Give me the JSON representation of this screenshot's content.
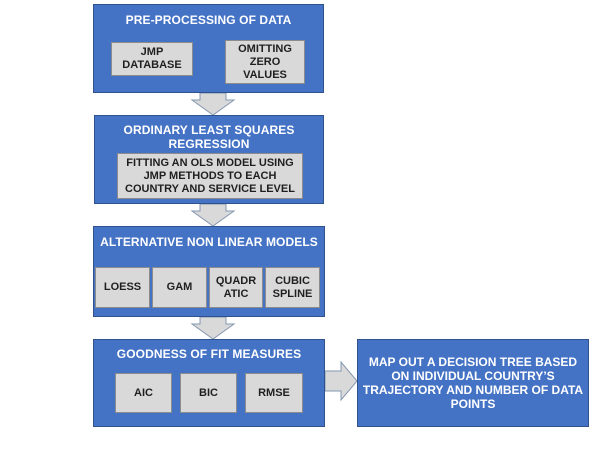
{
  "stage1": {
    "title": "PRE-PROCESSING OF DATA",
    "box_left": "JMP\nDATABASE",
    "box_right": "OMITTING\nZERO\nVALUES"
  },
  "stage2": {
    "title": "ORDINARY LEAST SQUARES\nREGRESSION",
    "box": "FITTING AN OLS MODEL USING\nJMP METHODS TO EACH\nCOUNTRY AND SERVICE LEVEL"
  },
  "stage3": {
    "title": "ALTERNATIVE NON LINEAR MODELS",
    "models": [
      "LOESS",
      "GAM",
      "QUADR\nATIC",
      "CUBIC\nSPLINE"
    ]
  },
  "stage4": {
    "title": "GOODNESS OF FIT MEASURES",
    "measures": [
      "AIC",
      "BIC",
      "RMSE"
    ]
  },
  "outcome": {
    "text": "MAP OUT A DECISION TREE BASED\nON INDIVIDUAL COUNTRY’S\nTRAJECTORY AND NUMBER OF DATA\nPOINTS"
  },
  "colors": {
    "panel_fill": "#4472c4",
    "inner_fill": "#d9d9d9",
    "arrow_fill": "#d9d9d9"
  }
}
